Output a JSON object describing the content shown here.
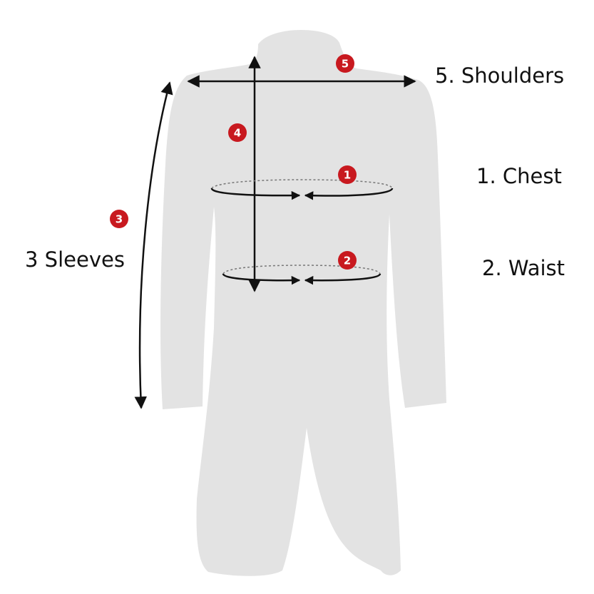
{
  "labels": {
    "shoulders": "5. Shoulders",
    "chest": "1. Chest",
    "waist": "2. Waist",
    "sleeves": "3 Sleeves"
  },
  "badges": {
    "chest": "1",
    "waist": "2",
    "sleeves": "3",
    "length": "4",
    "shoulders": "5"
  },
  "colors": {
    "garment": "#e3e3e3",
    "badge": "#c8191f",
    "arrow": "#111111",
    "text": "#111111"
  }
}
